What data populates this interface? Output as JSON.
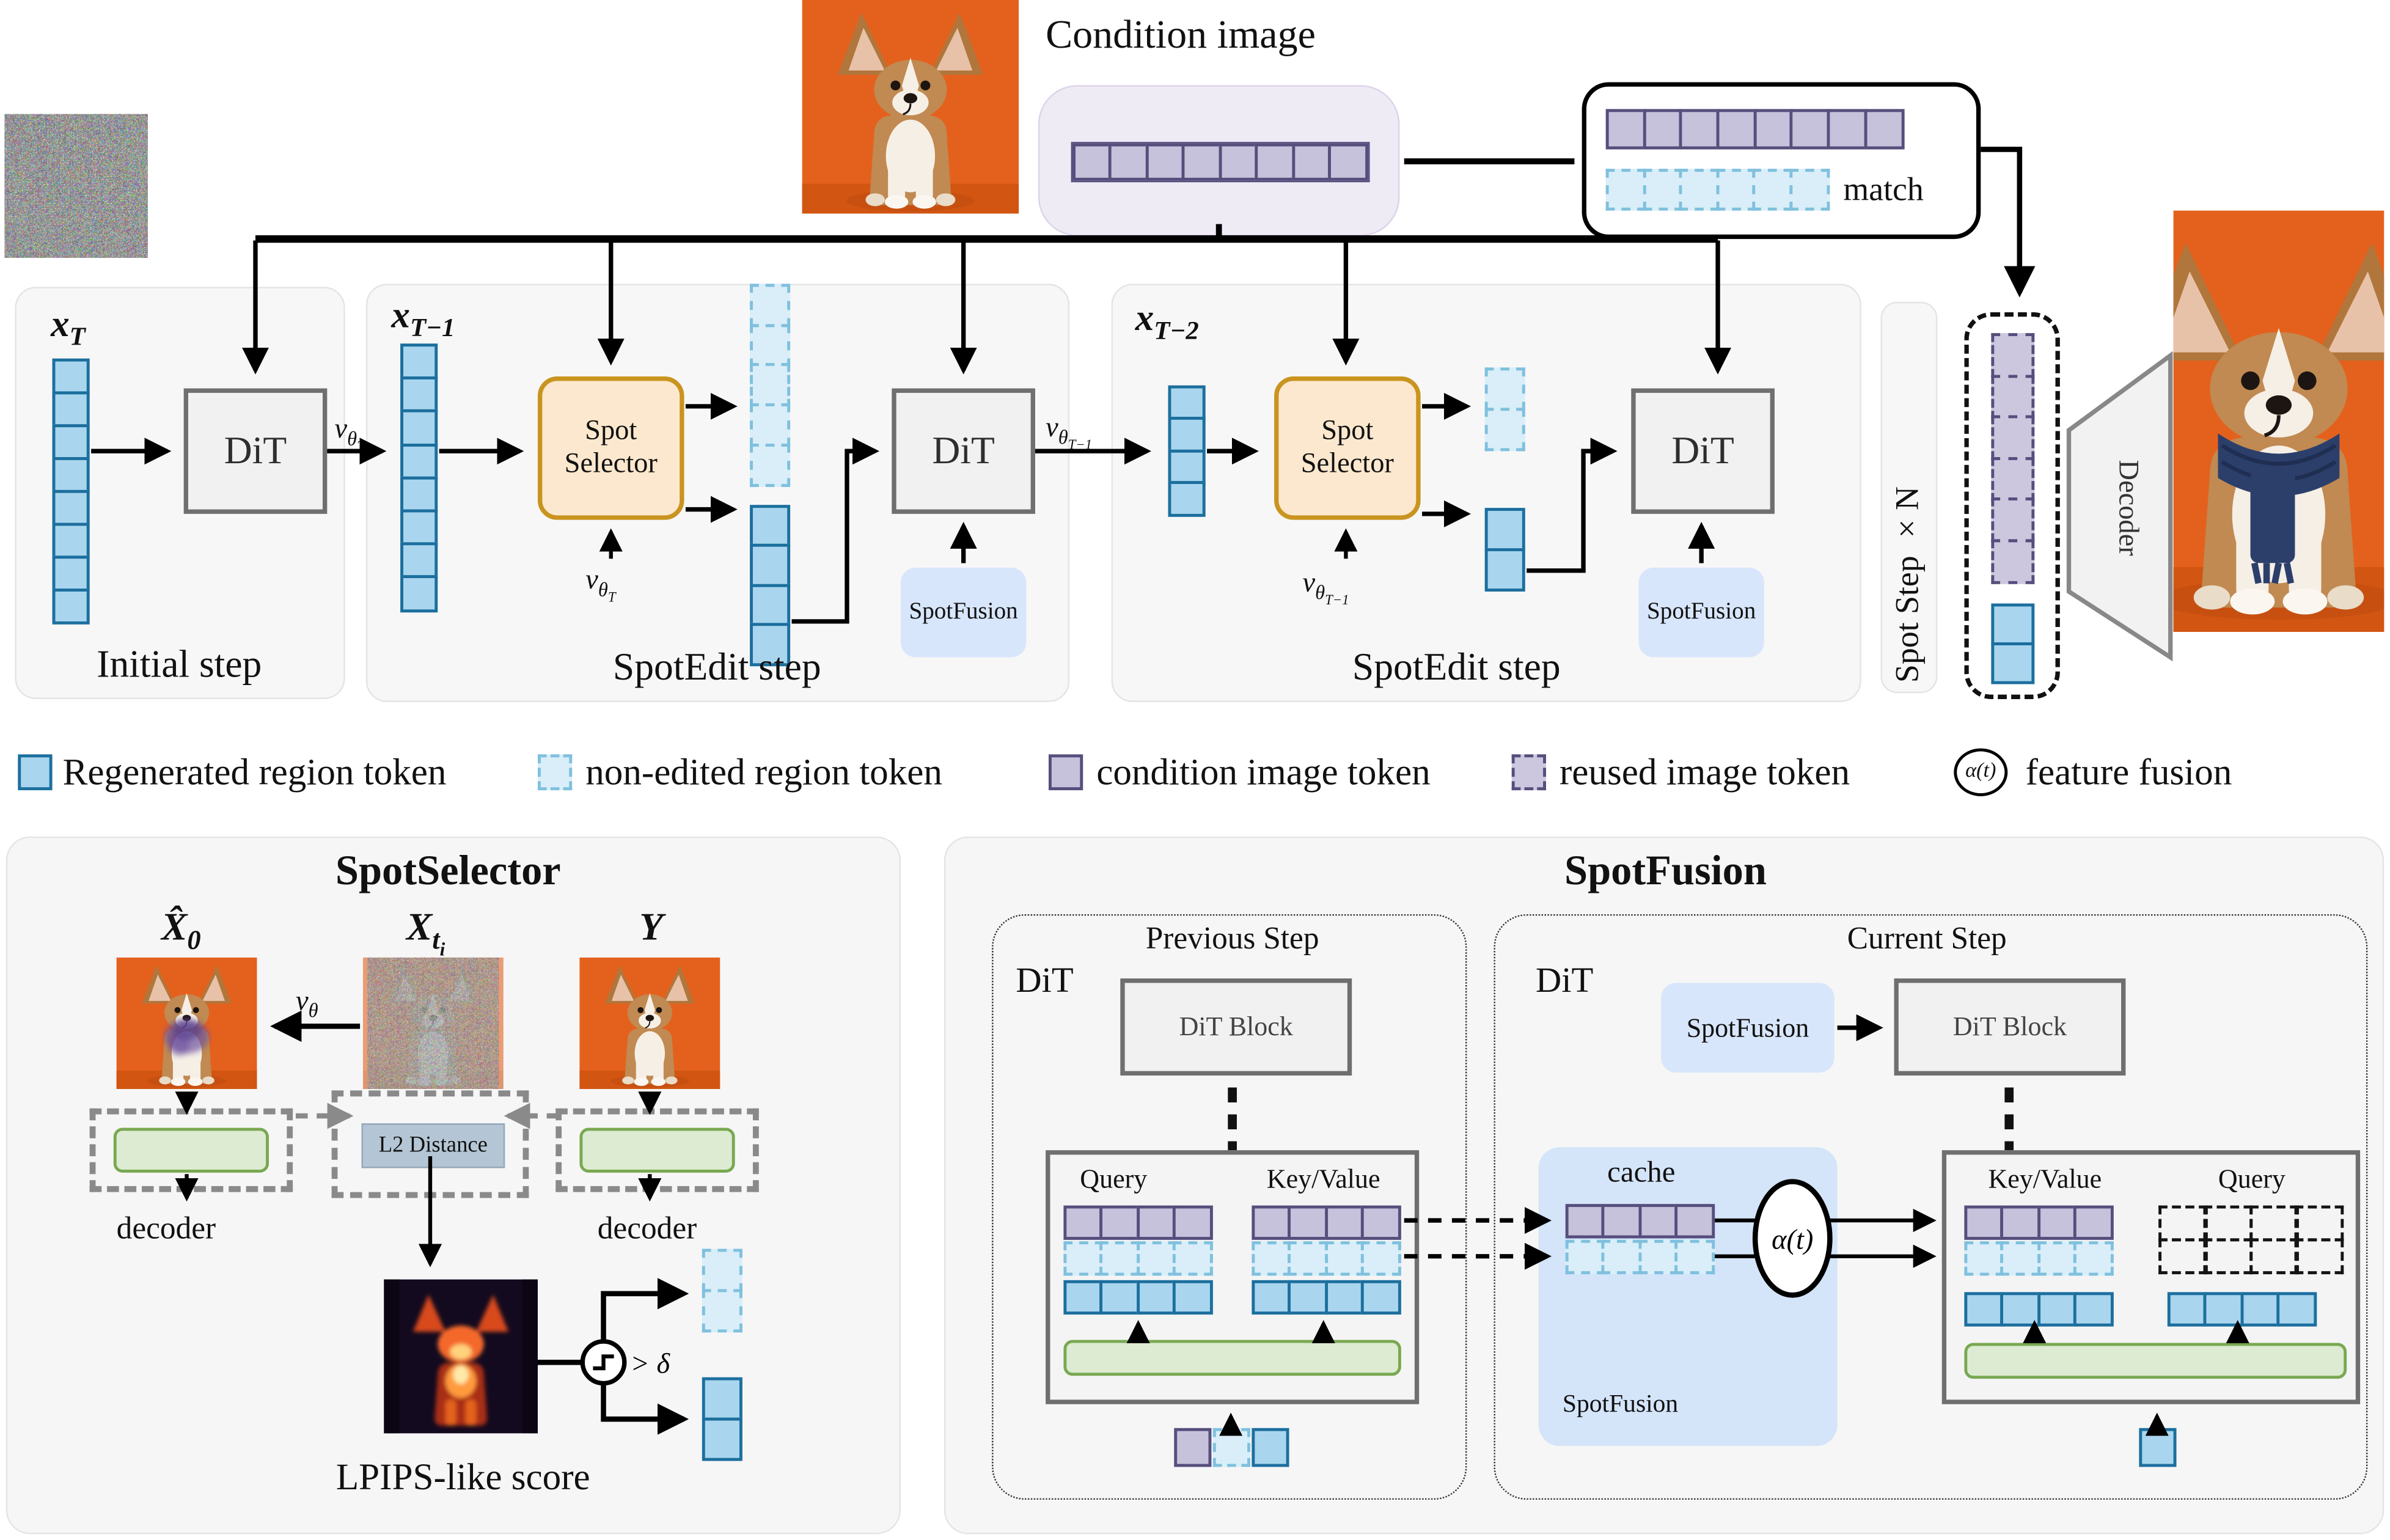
{
  "top": {
    "condition_label": "Condition image",
    "match_label": "match",
    "spot_step_label": "Spot Step ×N",
    "decoder_label": "Decoder"
  },
  "tokens": {
    "condition_row": 8,
    "match_purple": 8,
    "match_nonedit": 6,
    "xT_col": 8,
    "xT1_col": 8,
    "sel1_dashed": 5,
    "sel1_solid": 4,
    "xT2_col": 4,
    "sel2_dashed": 2,
    "sel2_solid": 2,
    "out_reused": 6,
    "out_regen": 2,
    "score_dashed": 2,
    "score_solid": 2,
    "attn_row": 4,
    "cache_purple": 4,
    "cache_nonedit": 4,
    "query_grid_cols": 4,
    "current_solid": 4
  },
  "pipeline": {
    "initial": {
      "x": {
        "base": "x",
        "sub": "T"
      },
      "dit": "DiT",
      "caption": "Initial step",
      "v_out": {
        "base": "v",
        "sub": "θ",
        "subsub": "T"
      }
    },
    "step1": {
      "x": {
        "base": "x",
        "sub": "T−1"
      },
      "selector_line1": "Spot",
      "selector_line2": "Selector",
      "v_bottom": {
        "base": "v",
        "sub": "θ",
        "subsub": "T"
      },
      "dit": "DiT",
      "spotfusion": "SpotFusion",
      "caption": "SpotEdit step",
      "v_out": {
        "base": "v",
        "sub": "θ",
        "subsub": "T−1"
      }
    },
    "step2": {
      "x": {
        "base": "x",
        "sub": "T−2"
      },
      "selector_line1": "Spot",
      "selector_line2": "Selector",
      "v_bottom": {
        "base": "v",
        "sub": "θ",
        "subsub": "T−1"
      },
      "dit": "DiT",
      "spotfusion": "SpotFusion",
      "caption": "SpotEdit step"
    }
  },
  "legend": {
    "items": [
      {
        "label": "Regenerated region token"
      },
      {
        "label": "non-edited region token"
      },
      {
        "label": "condition image token"
      },
      {
        "label": "reused image token"
      },
      {
        "label": "feature fusion"
      }
    ],
    "alpha": "α(t)"
  },
  "spotselector": {
    "title": "SpotSelector",
    "xhat": {
      "base": "X̂",
      "sub": "0"
    },
    "xt": {
      "base": "X",
      "sub": "t",
      "subsub": "i"
    },
    "y_label": "Y",
    "v": {
      "base": "v",
      "sub": "θ"
    },
    "l2": "L2 Distance",
    "decoder_left": "decoder",
    "decoder_right": "decoder",
    "threshold": "> δ",
    "score_caption": "LPIPS-like score"
  },
  "spotfusion": {
    "title": "SpotFusion",
    "prev": {
      "label": "Previous Step",
      "dit": "DiT",
      "block": "DiT Block",
      "query": "Query",
      "kv": "Key/Value"
    },
    "cache_label": "cache",
    "cache_module": "SpotFusion",
    "alpha": "α(t)",
    "badge": "SpotFusion",
    "current": {
      "label": "Current Step",
      "dit": "DiT",
      "block": "DiT Block",
      "kv": "Key/Value",
      "query": "Query"
    }
  },
  "colors": {
    "regen_fill": "#a9d6ee",
    "regen_border": "#1c6f9e",
    "nonedit_fill": "#d9eef8",
    "nonedit_border": "#7fc0de",
    "cond_fill": "#c7c2db",
    "cond_border": "#564f7d",
    "selector_fill": "#fce8ce",
    "selector_border": "#c9941f",
    "fusion_badge": "#d8e6fb",
    "cache_fill": "#d4e4f9",
    "green_fill": "#dcebd1",
    "green_border": "#79a851",
    "orange_bg": "#e4611d"
  }
}
